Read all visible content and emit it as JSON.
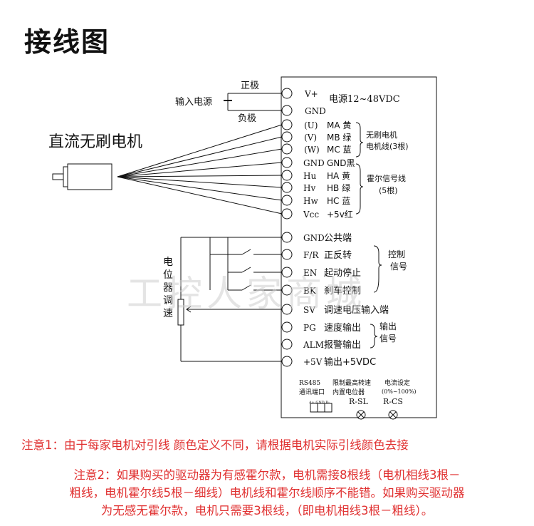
{
  "title": "接线图",
  "motor_label": "直流无刷电机",
  "power": {
    "input_label": "输入电源",
    "positive": "正极",
    "negative": "负极",
    "supply_label": "电源12~48VDC"
  },
  "terminals": [
    {
      "pin": "V+",
      "prefix": "",
      "sig": ""
    },
    {
      "pin": "GND",
      "prefix": "",
      "sig": ""
    },
    {
      "pin": "",
      "prefix": "(U)",
      "sig": "MA 黄"
    },
    {
      "pin": "",
      "prefix": "(V)",
      "sig": "MB 绿"
    },
    {
      "pin": "",
      "prefix": "(W)",
      "sig": "MC 蓝"
    },
    {
      "pin": "GND",
      "prefix": "",
      "sig": "GND黑"
    },
    {
      "pin": "Hu",
      "prefix": "",
      "sig": "HA 黄"
    },
    {
      "pin": "Hv",
      "prefix": "",
      "sig": "HB 绿"
    },
    {
      "pin": "Hw",
      "prefix": "",
      "sig": "HC 蓝"
    },
    {
      "pin": "Vcc",
      "prefix": "",
      "sig": "+5v红"
    },
    {
      "pin": "GND",
      "prefix": "",
      "sig": "公共端"
    },
    {
      "pin": "F/R",
      "prefix": "",
      "sig": "正反转"
    },
    {
      "pin": "EN",
      "prefix": "",
      "sig": "起动停止"
    },
    {
      "pin": "BK",
      "prefix": "",
      "sig": "刹车控制"
    },
    {
      "pin": "SV",
      "prefix": "",
      "sig": "调速电压输入端"
    },
    {
      "pin": "PG",
      "prefix": "",
      "sig": "速度输出"
    },
    {
      "pin": "ALM",
      "prefix": "",
      "sig": "报警输出"
    },
    {
      "pin": "+5V",
      "prefix": "",
      "sig": "输出+5VDC"
    }
  ],
  "groups": {
    "motor_wire": [
      "无刷电机",
      "电机线(3根)"
    ],
    "hall_wire": [
      "霍尔信号线",
      "(5根)"
    ],
    "control": [
      "控制",
      "信号"
    ],
    "output": [
      "输出",
      "信号"
    ]
  },
  "potentiometer": [
    "电",
    "位",
    "器",
    "调",
    "速"
  ],
  "bottom": {
    "rs485": "RS485",
    "rs485_sub": "通讯端口",
    "limit": "限制最高转速",
    "limit_sub": "内置电位器",
    "current": "电流设定",
    "current_sub": "(0%~100%)",
    "pins": "A+ GND B-",
    "rsl": "R-SL",
    "rcs": "R-CS"
  },
  "watermark": "工控人家商城",
  "notes": {
    "note1": "注意1：由于每家电机对引线 颜色定义不同，请根据电机实际引线颜色去接",
    "note2_lines": [
      "注意2：如果购买的驱动器为有感霍尔款，电机需接8根线（电机相线3根－",
      "粗线，电机霍尔线5根－细线）电机线和霍尔线顺序不能错。如果购买驱动器",
      "为无感无霍尔款，电机只需要3根线，（即电机相线3根－粗线）。"
    ]
  },
  "colors": {
    "note": "#e03030",
    "line": "#111111"
  }
}
